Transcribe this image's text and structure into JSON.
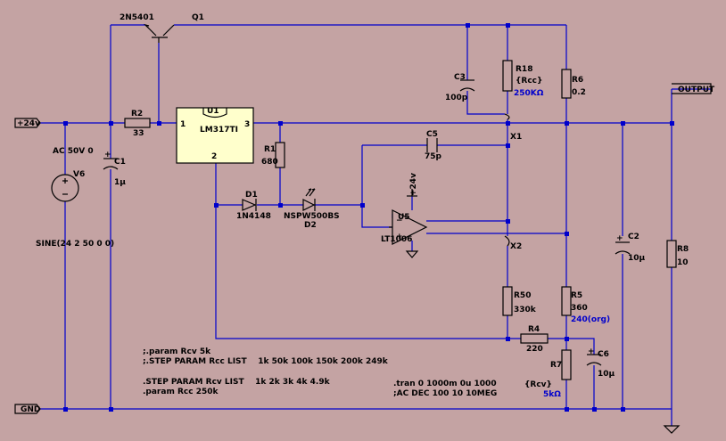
{
  "components": {
    "q1": {
      "model": "2N5401",
      "ref": "Q1"
    },
    "u1": {
      "ref": "U1",
      "model": "LM317TI",
      "pin1": "1",
      "pin2": "2",
      "pin3": "3"
    },
    "r2": {
      "ref": "R2",
      "value": "33"
    },
    "r1": {
      "ref": "R1",
      "value": "680"
    },
    "c1": {
      "ref": "C1",
      "value": "1µ"
    },
    "v6": {
      "ref": "V6",
      "ac": "AC 50V 0",
      "source": "SINE(24 2 50 0 0)"
    },
    "d1": {
      "ref": "D1",
      "model": "1N4148"
    },
    "d2": {
      "ref": "D2",
      "model": "NSPW500BS"
    },
    "c3": {
      "ref": "C3",
      "value": "100p"
    },
    "r18": {
      "ref": "R18",
      "value": "{Rcc}",
      "note": "250KΩ"
    },
    "r6": {
      "ref": "R6",
      "value": "0.2"
    },
    "c5": {
      "ref": "C5",
      "value": "75p"
    },
    "u5": {
      "ref": "U5",
      "model": "LT1006"
    },
    "c2": {
      "ref": "C2",
      "value": "10µ"
    },
    "r8": {
      "ref": "R8",
      "value": "10"
    },
    "r50": {
      "ref": "R50",
      "value": "330k"
    },
    "r5": {
      "ref": "R5",
      "value": "360",
      "note": "240(org)"
    },
    "r4": {
      "ref": "R4",
      "value": "220"
    },
    "r7": {
      "ref": "R7",
      "value": "{Rcv}",
      "note": "5kΩ"
    },
    "c6": {
      "ref": "C6",
      "value": "10µ"
    }
  },
  "nets": {
    "x1": "X1",
    "x2": "X2",
    "supply_in": "+24v",
    "opamp_supply": "+24v",
    "ground": "GND",
    "output": "OUTPUT"
  },
  "directives": {
    "line1": ";.param Rcv 5k",
    "line2": ";.STEP PARAM Rcc LIST    1k 50k 100k 150k 200k 249k",
    "line3": ".STEP PARAM Rcv LIST    1k 2k 3k 4k 4.9k",
    "line4": ".param Rcc 250k",
    "line5": ".tran 0 1000m 0u 1000",
    "line6": ";AC DEC 100 10 10MEG"
  },
  "colors": {
    "background": "#c4a3a3",
    "wire": "#0000cc",
    "component": "#000000",
    "ic_fill": "#ffffcc"
  }
}
